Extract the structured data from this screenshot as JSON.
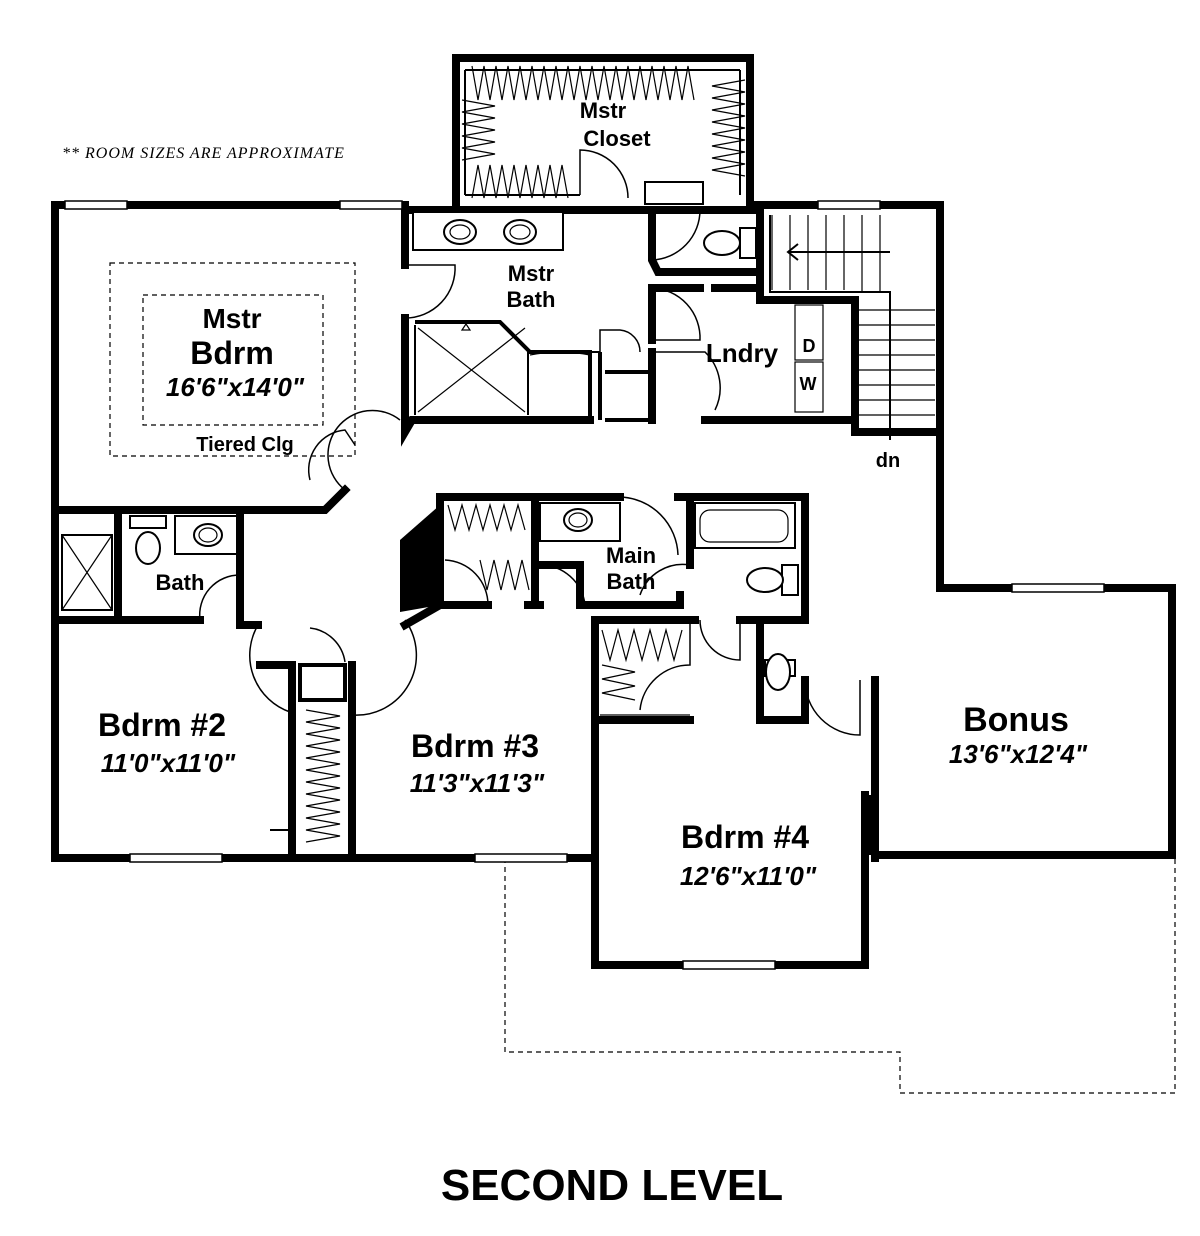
{
  "note": "** ROOM SIZES ARE APPROXIMATE",
  "title": "SECOND LEVEL",
  "rooms": {
    "mstr_closet": {
      "line1": "Mstr",
      "line2": "Closet"
    },
    "mstr_bath": {
      "line1": "Mstr",
      "line2": "Bath"
    },
    "mstr_bdrm": {
      "line1": "Mstr",
      "line2": "Bdrm",
      "size": "16'6\"x14'0\"",
      "ceiling": "Tiered Clg"
    },
    "laundry": {
      "name": "Lndry",
      "dryer": "D",
      "washer": "W"
    },
    "stairs": {
      "direction": "dn"
    },
    "bath": {
      "name": "Bath"
    },
    "main_bath": {
      "line1": "Main",
      "line2": "Bath"
    },
    "bdrm2": {
      "name": "Bdrm #2",
      "size": "11'0\"x11'0\""
    },
    "bdrm3": {
      "name": "Bdrm #3",
      "size": "11'3\"x11'3\""
    },
    "bdrm4": {
      "name": "Bdrm #4",
      "size": "12'6\"x11'0\""
    },
    "bonus": {
      "name": "Bonus",
      "size": "13'6\"x12'4\""
    }
  }
}
